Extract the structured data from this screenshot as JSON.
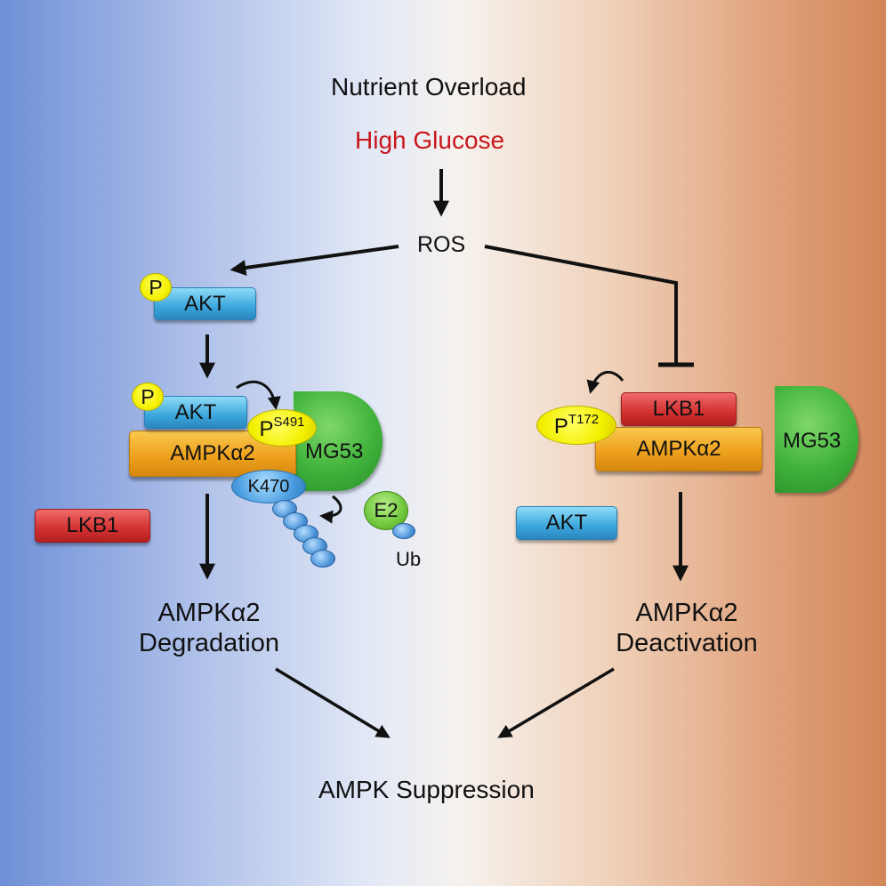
{
  "header": {
    "nutrient_overload": "Nutrient Overload",
    "high_glucose": "High Glucose",
    "ros": "ROS"
  },
  "left_pathway": {
    "akt_top": "AKT",
    "phospho_akt_top": "P",
    "akt_complex": "AKT",
    "phospho_akt_complex": "P",
    "ampk_alpha2": "AMPKα2",
    "mg53": "MG53",
    "phospho_site_base": "P",
    "phospho_site_sup": "S491",
    "k470": "K470",
    "e2": "E2",
    "ub": "Ub",
    "lkb1": "LKB1",
    "outcome_line1": "AMPKα2",
    "outcome_line2": "Degradation"
  },
  "right_pathway": {
    "lkb1": "LKB1",
    "ampk_alpha2": "AMPKα2",
    "mg53": "MG53",
    "phospho_site_base": "P",
    "phospho_site_sup": "T172",
    "akt": "AKT",
    "outcome_line1": "AMPKα2",
    "outcome_line2": "Deactivation"
  },
  "footer": {
    "suppression": "AMPK Suppression"
  },
  "colors": {
    "akt": "#3ba6dc",
    "ampk": "#eea21e",
    "lkb1": "#d23131",
    "mg53": "#3fb23a",
    "phospho": "#f4f000",
    "high_glucose_text": "#c8171c"
  }
}
